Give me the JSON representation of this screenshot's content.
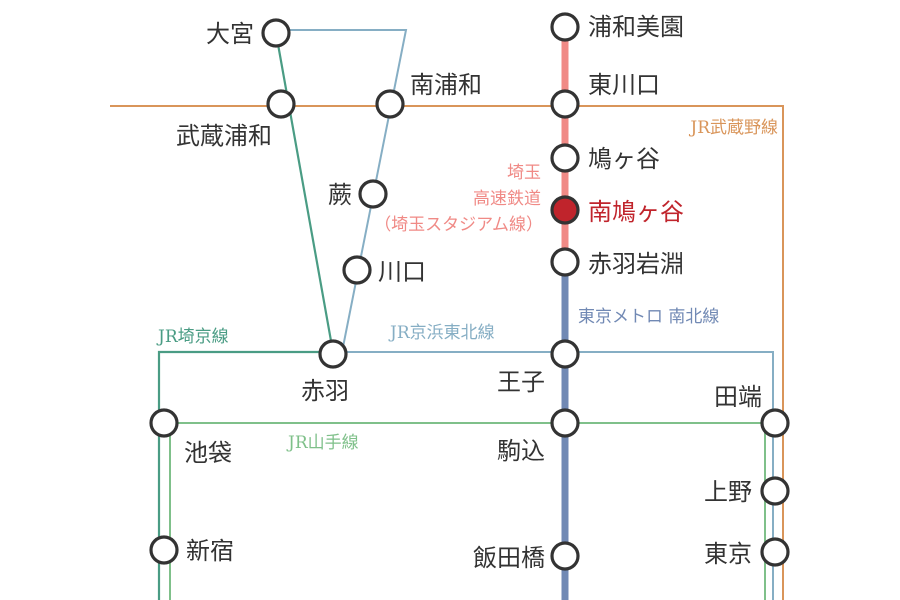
{
  "colors": {
    "musashino": "#d9955a",
    "saikyo": "#4a9c84",
    "keihin_tohoku": "#86aec4",
    "yamanote": "#7fc08a",
    "saitama_railway": "#f08a86",
    "namboku": "#7189b4",
    "highlight": "#c0242c"
  },
  "lines": {
    "musashino": "JR武蔵野線",
    "saikyo": "JR埼京線",
    "keihin_tohoku": "JR京浜東北線",
    "yamanote": "JR山手線",
    "saitama_railway_1": "埼玉",
    "saitama_railway_2": "高速鉄道",
    "saitama_railway_3": "（埼玉スタジアム線）",
    "namboku": "東京メトロ 南北線"
  },
  "stations": {
    "urawa_misono": "浦和美園",
    "higashi_kawaguchi": "東川口",
    "hatogaya": "鳩ヶ谷",
    "minami_hatogaya": "南鳩ヶ谷",
    "akabane_iwabuchi": "赤羽岩淵",
    "oji": "王子",
    "komagome": "駒込",
    "iidabashi": "飯田橋",
    "omiya": "大宮",
    "musashi_urawa": "武蔵浦和",
    "minami_urawa": "南浦和",
    "warabi": "蕨",
    "kawaguchi": "川口",
    "akabane": "赤羽",
    "ikebukuro": "池袋",
    "shinjuku": "新宿",
    "tabata": "田端",
    "ueno": "上野",
    "tokyo": "東京"
  }
}
